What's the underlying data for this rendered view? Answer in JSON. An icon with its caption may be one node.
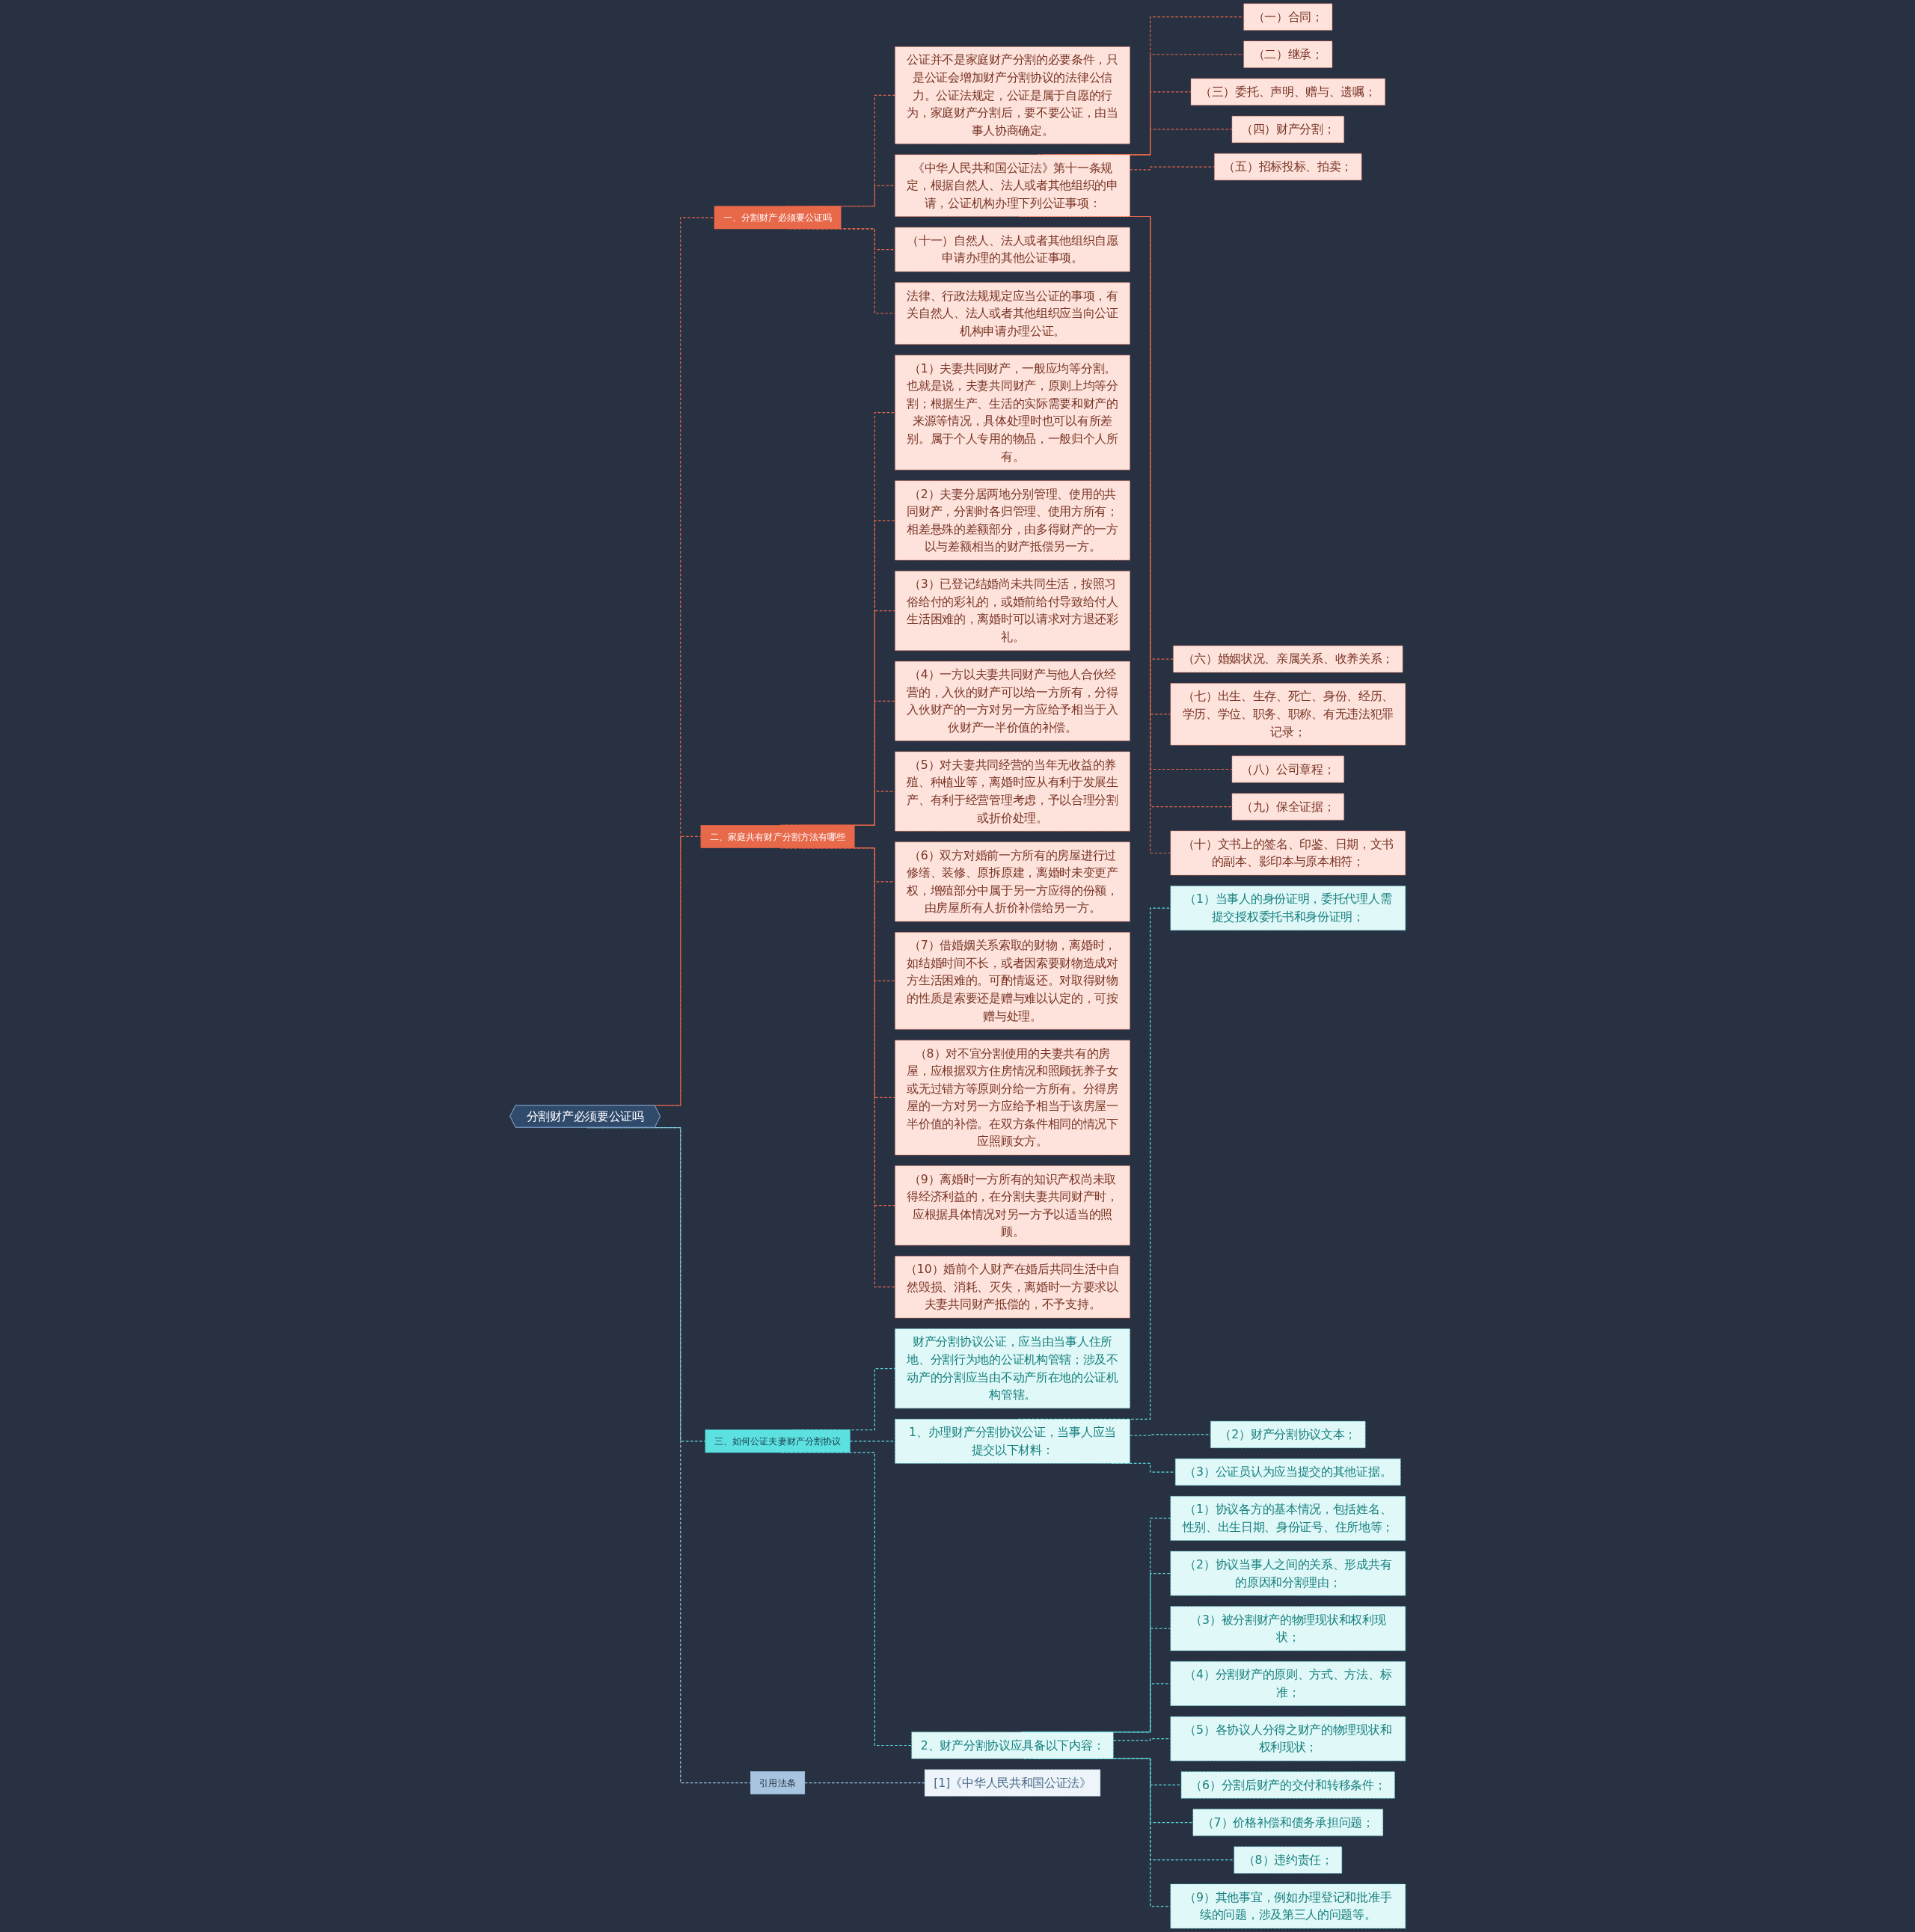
{
  "diagram": {
    "nodes": [
      {
        "text": [
          "分割财产必须要公证吗"
        ]
      },
      {
        "text": [
          "一、分割财产必须要公证吗"
        ]
      },
      {
        "text": [
          "公证并不是家庭财产分割的必要条件，只是公证会增加财产分割协议的法律公信力。公证法规定，公证是属于自愿的行为，家庭财产分割后，要不要公证，由当事人协商确定。"
        ]
      },
      {
        "text": [
          "《中华人民共和国公证法》第十一条规定，根据自然人、法人或者其他组织的申请，公证机构办理下列公证事项："
        ]
      },
      {
        "text": [
          "（一）合同；"
        ]
      },
      {
        "text": [
          "（二）继承；"
        ]
      },
      {
        "text": [
          "（三）委托、声明、赠与、遗嘱；"
        ]
      },
      {
        "text": [
          "（四）财产分割；"
        ]
      },
      {
        "text": [
          "（五）招标投标、拍卖；"
        ]
      },
      {
        "text": [
          "（六）婚姻状况、亲属关系、收养关系；"
        ]
      },
      {
        "text": [
          "（七）出生、生存、死亡、身份、经历、学历、学位、职务、职称、有无违法犯罪记录；"
        ]
      },
      {
        "text": [
          "（八）公司章程；"
        ]
      },
      {
        "text": [
          "（九）保全证据；"
        ]
      },
      {
        "text": [
          "（十）文书上的签名、印鉴、日期，文书的副本、影印本与原本相符；"
        ]
      },
      {
        "text": [
          "（十一）自然人、法人或者其他组织自愿申请办理的其他公证事项。"
        ]
      },
      {
        "text": [
          "法律、行政法规规定应当公证的事项，有关自然人、法人或者其他组织应当向公证机构申请办理公证。"
        ]
      },
      {
        "text": [
          "二、家庭共有财产分割方法有哪些"
        ]
      },
      {
        "text": [
          "（1）夫妻共同财产，一般应均等分割。也就是说，夫妻共同财产，原则上均等分割；根据生产、生活的实际需要和财产的来源等情况，具体处理时也可以有所差别。属于个人专用的物品，一般归个人所有。"
        ]
      },
      {
        "text": [
          "（2）夫妻分居两地分别管理、使用的共同财产，分割时各归管理、使用方所有；相差悬殊的差额部分，由多得财产的一方以与差额相当的财产抵偿另一方。"
        ]
      },
      {
        "text": [
          "（3）已登记结婚尚未共同生活，按照习俗给付的彩礼的，或婚前给付导致给付人生活困难的，离婚时可以请求对方退还彩礼。"
        ]
      },
      {
        "text": [
          "（4）一方以夫妻共同财产与他人合伙经营的，入伙的财产可以给一方所有，分得入伙财产的一方对另一方应给予相当于入伙财产一半价值的补偿。"
        ]
      },
      {
        "text": [
          "（5）对夫妻共同经营的当年无收益的养殖、种植业等，离婚时应从有利于发展生产、有利于经营管理考虑，予以合理分割或折价处理。"
        ]
      },
      {
        "text": [
          "（6）双方对婚前一方所有的房屋进行过修缮、装修、原拆原建，离婚时未变更产权，增殖部分中属于另一方应得的份额，由房屋所有人折价补偿给另一方。"
        ]
      },
      {
        "text": [
          "（7）借婚姻关系索取的财物，离婚时，如结婚时间不长，或者因索要财物造成对方生活困难的。可酌情返还。对取得财物的性质是索要还是赠与难以认定的，可按赠与处理。"
        ]
      },
      {
        "text": [
          "（8）对不宜分割使用的夫妻共有的房屋，应根据双方住房情况和照顾抚养子女或无过错方等原则分给一方所有。分得房屋的一方对另一方应给予相当于该房屋一半价值的补偿。在双方条件相同的情况下应照顾女方。"
        ]
      },
      {
        "text": [
          "（9）离婚时一方所有的知识产权尚未取得经济利益的，在分割夫妻共同财产时，应根据具体情况对另一方予以适当的照顾。"
        ]
      },
      {
        "text": [
          "（10）婚前个人财产在婚后共同生活中自然毁损、消耗、灭失，离婚时一方要求以夫妻共同财产抵偿的，不予支持。"
        ]
      },
      {
        "text": [
          "三、如何公证夫妻财产分割协议"
        ]
      },
      {
        "text": [
          "财产分割协议公证，应当由当事人住所地、分割行为地的公证机构管辖；涉及不动产的分割应当由不动产所在地的公证机构管辖。"
        ]
      },
      {
        "text": [
          "1、办理财产分割协议公证，当事人应当提交以下材料："
        ]
      },
      {
        "text": [
          "（1）当事人的身份证明，委托代理人需提交授权委托书和身份证明；"
        ]
      },
      {
        "text": [
          "（2）财产分割协议文本；"
        ]
      },
      {
        "text": [
          "（3）公证员认为应当提交的其他证据。"
        ]
      },
      {
        "text": [
          "2、财产分割协议应具备以下内容："
        ]
      },
      {
        "text": [
          "（1）协议各方的基本情况，包括姓名、性别、出生日期、身份证号、住所地等；"
        ]
      },
      {
        "text": [
          "（2）协议当事人之间的关系、形成共有的原因和分割理由；"
        ]
      },
      {
        "text": [
          "（3）被分割财产的物理现状和权利现状；"
        ]
      },
      {
        "text": [
          "（4）分割财产的原则、方式、方法、标准；"
        ]
      },
      {
        "text": [
          "（5）各协议人分得之财产的物理现状和权利现状；"
        ]
      },
      {
        "text": [
          "（6）分割后财产的交付和转移条件；"
        ]
      },
      {
        "text": [
          "（7）价格补偿和债务承担问题；"
        ]
      },
      {
        "text": [
          "（8）违约责任；"
        ]
      },
      {
        "text": [
          "（9）其他事宜，例如办理登记和批准手续的问题，涉及第三人的问题等。"
        ]
      },
      {
        "text": [
          "引用法条"
        ]
      },
      {
        "text": [
          "[1]《中华人民共和国公证法》"
        ]
      }
    ],
    "edges": [
      {
        "from": 0,
        "to": 1,
        "arrow": "none",
        "style": "dashed"
      },
      {
        "from": 1,
        "to": 2,
        "arrow": "none",
        "style": "dashed"
      },
      {
        "from": 1,
        "to": 3,
        "arrow": "none",
        "style": "dashed"
      },
      {
        "from": 3,
        "to": 4,
        "arrow": "none",
        "style": "dashed"
      },
      {
        "from": 3,
        "to": 5,
        "arrow": "none",
        "style": "dashed"
      },
      {
        "from": 3,
        "to": 6,
        "arrow": "none",
        "style": "dashed"
      },
      {
        "from": 3,
        "to": 7,
        "arrow": "none",
        "style": "dashed"
      },
      {
        "from": 3,
        "to": 8,
        "arrow": "none",
        "style": "dashed"
      },
      {
        "from": 3,
        "to": 9,
        "arrow": "none",
        "style": "dashed"
      },
      {
        "from": 3,
        "to": 10,
        "arrow": "none",
        "style": "dashed"
      },
      {
        "from": 3,
        "to": 11,
        "arrow": "none",
        "style": "dashed"
      },
      {
        "from": 3,
        "to": 12,
        "arrow": "none",
        "style": "dashed"
      },
      {
        "from": 3,
        "to": 13,
        "arrow": "none",
        "style": "dashed"
      },
      {
        "from": 1,
        "to": 14,
        "arrow": "none",
        "style": "dashed"
      },
      {
        "from": 1,
        "to": 15,
        "arrow": "none",
        "style": "dashed"
      },
      {
        "from": 0,
        "to": 16,
        "arrow": "none",
        "style": "dashed"
      },
      {
        "from": 16,
        "to": 17,
        "arrow": "none",
        "style": "dashed"
      },
      {
        "from": 16,
        "to": 18,
        "arrow": "none",
        "style": "dashed"
      },
      {
        "from": 16,
        "to": 19,
        "arrow": "none",
        "style": "dashed"
      },
      {
        "from": 16,
        "to": 20,
        "arrow": "none",
        "style": "dashed"
      },
      {
        "from": 16,
        "to": 21,
        "arrow": "none",
        "style": "dashed"
      },
      {
        "from": 16,
        "to": 22,
        "arrow": "none",
        "style": "dashed"
      },
      {
        "from": 16,
        "to": 23,
        "arrow": "none",
        "style": "dashed"
      },
      {
        "from": 16,
        "to": 24,
        "arrow": "none",
        "style": "dashed"
      },
      {
        "from": 16,
        "to": 25,
        "arrow": "none",
        "style": "dashed"
      },
      {
        "from": 16,
        "to": 26,
        "arrow": "none",
        "style": "dashed"
      },
      {
        "from": 0,
        "to": 27,
        "arrow": "none",
        "style": "dashed",
        "color": "#5ce0e0"
      },
      {
        "from": 27,
        "to": 28,
        "arrow": "none",
        "style": "dashed",
        "color": "#5ce0e0"
      },
      {
        "from": 27,
        "to": 29,
        "arrow": "none",
        "style": "dashed",
        "color": "#5ce0e0"
      },
      {
        "from": 29,
        "to": 30,
        "arrow": "none",
        "style": "dashed",
        "color": "#5ce0e0"
      },
      {
        "from": 29,
        "to": 31,
        "arrow": "none",
        "style": "dashed",
        "color": "#5ce0e0"
      },
      {
        "from": 29,
        "to": 32,
        "arrow": "none",
        "style": "dashed",
        "color": "#5ce0e0"
      },
      {
        "from": 27,
        "to": 33,
        "arrow": "none",
        "style": "dashed",
        "color": "#5ce0e0"
      },
      {
        "from": 33,
        "to": 34,
        "arrow": "none",
        "style": "dashed",
        "color": "#5ce0e0"
      },
      {
        "from": 33,
        "to": 35,
        "arrow": "none",
        "style": "dashed",
        "color": "#5ce0e0"
      },
      {
        "from": 33,
        "to": 36,
        "arrow": "none",
        "style": "dashed",
        "color": "#5ce0e0"
      },
      {
        "from": 33,
        "to": 37,
        "arrow": "none",
        "style": "dashed",
        "color": "#5ce0e0"
      },
      {
        "from": 33,
        "to": 38,
        "arrow": "none",
        "style": "dashed",
        "color": "#5ce0e0"
      },
      {
        "from": 33,
        "to": 39,
        "arrow": "none",
        "style": "dashed",
        "color": "#5ce0e0"
      },
      {
        "from": 33,
        "to": 40,
        "arrow": "none",
        "style": "dashed",
        "color": "#5ce0e0"
      },
      {
        "from": 33,
        "to": 41,
        "arrow": "none",
        "style": "dashed",
        "color": "#5ce0e0"
      },
      {
        "from": 33,
        "to": 42,
        "arrow": "none",
        "style": "dashed",
        "color": "#5ce0e0"
      },
      {
        "from": 0,
        "to": 43,
        "arrow": "none",
        "style": "dashed",
        "color": "#9cc3e0"
      },
      {
        "from": 43,
        "to": 44,
        "arrow": "none",
        "style": "dashed",
        "color": "#9cc3e0"
      }
    ]
  }
}
